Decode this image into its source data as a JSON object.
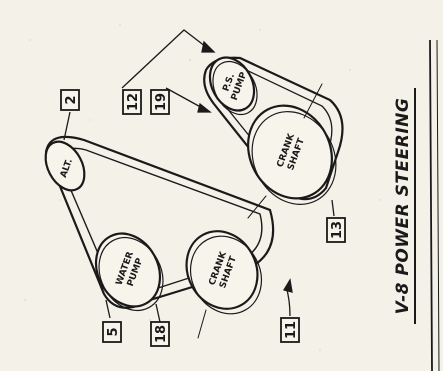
{
  "title": "V-8 POWER STEERING",
  "pulleys": {
    "alt": "ALT.",
    "water_pump": [
      "WATER",
      "PUMP"
    ],
    "crank_left": [
      "CRANK",
      "SHAFT"
    ],
    "ps_pump": [
      "P.S.",
      "PUMP"
    ],
    "crank_right": [
      "CRANK",
      "SHAFT"
    ]
  },
  "callouts": {
    "c2": "2",
    "c5": "5",
    "c18": "18",
    "c11": "11",
    "c12": "12",
    "c19": "19",
    "c13": "13"
  }
}
